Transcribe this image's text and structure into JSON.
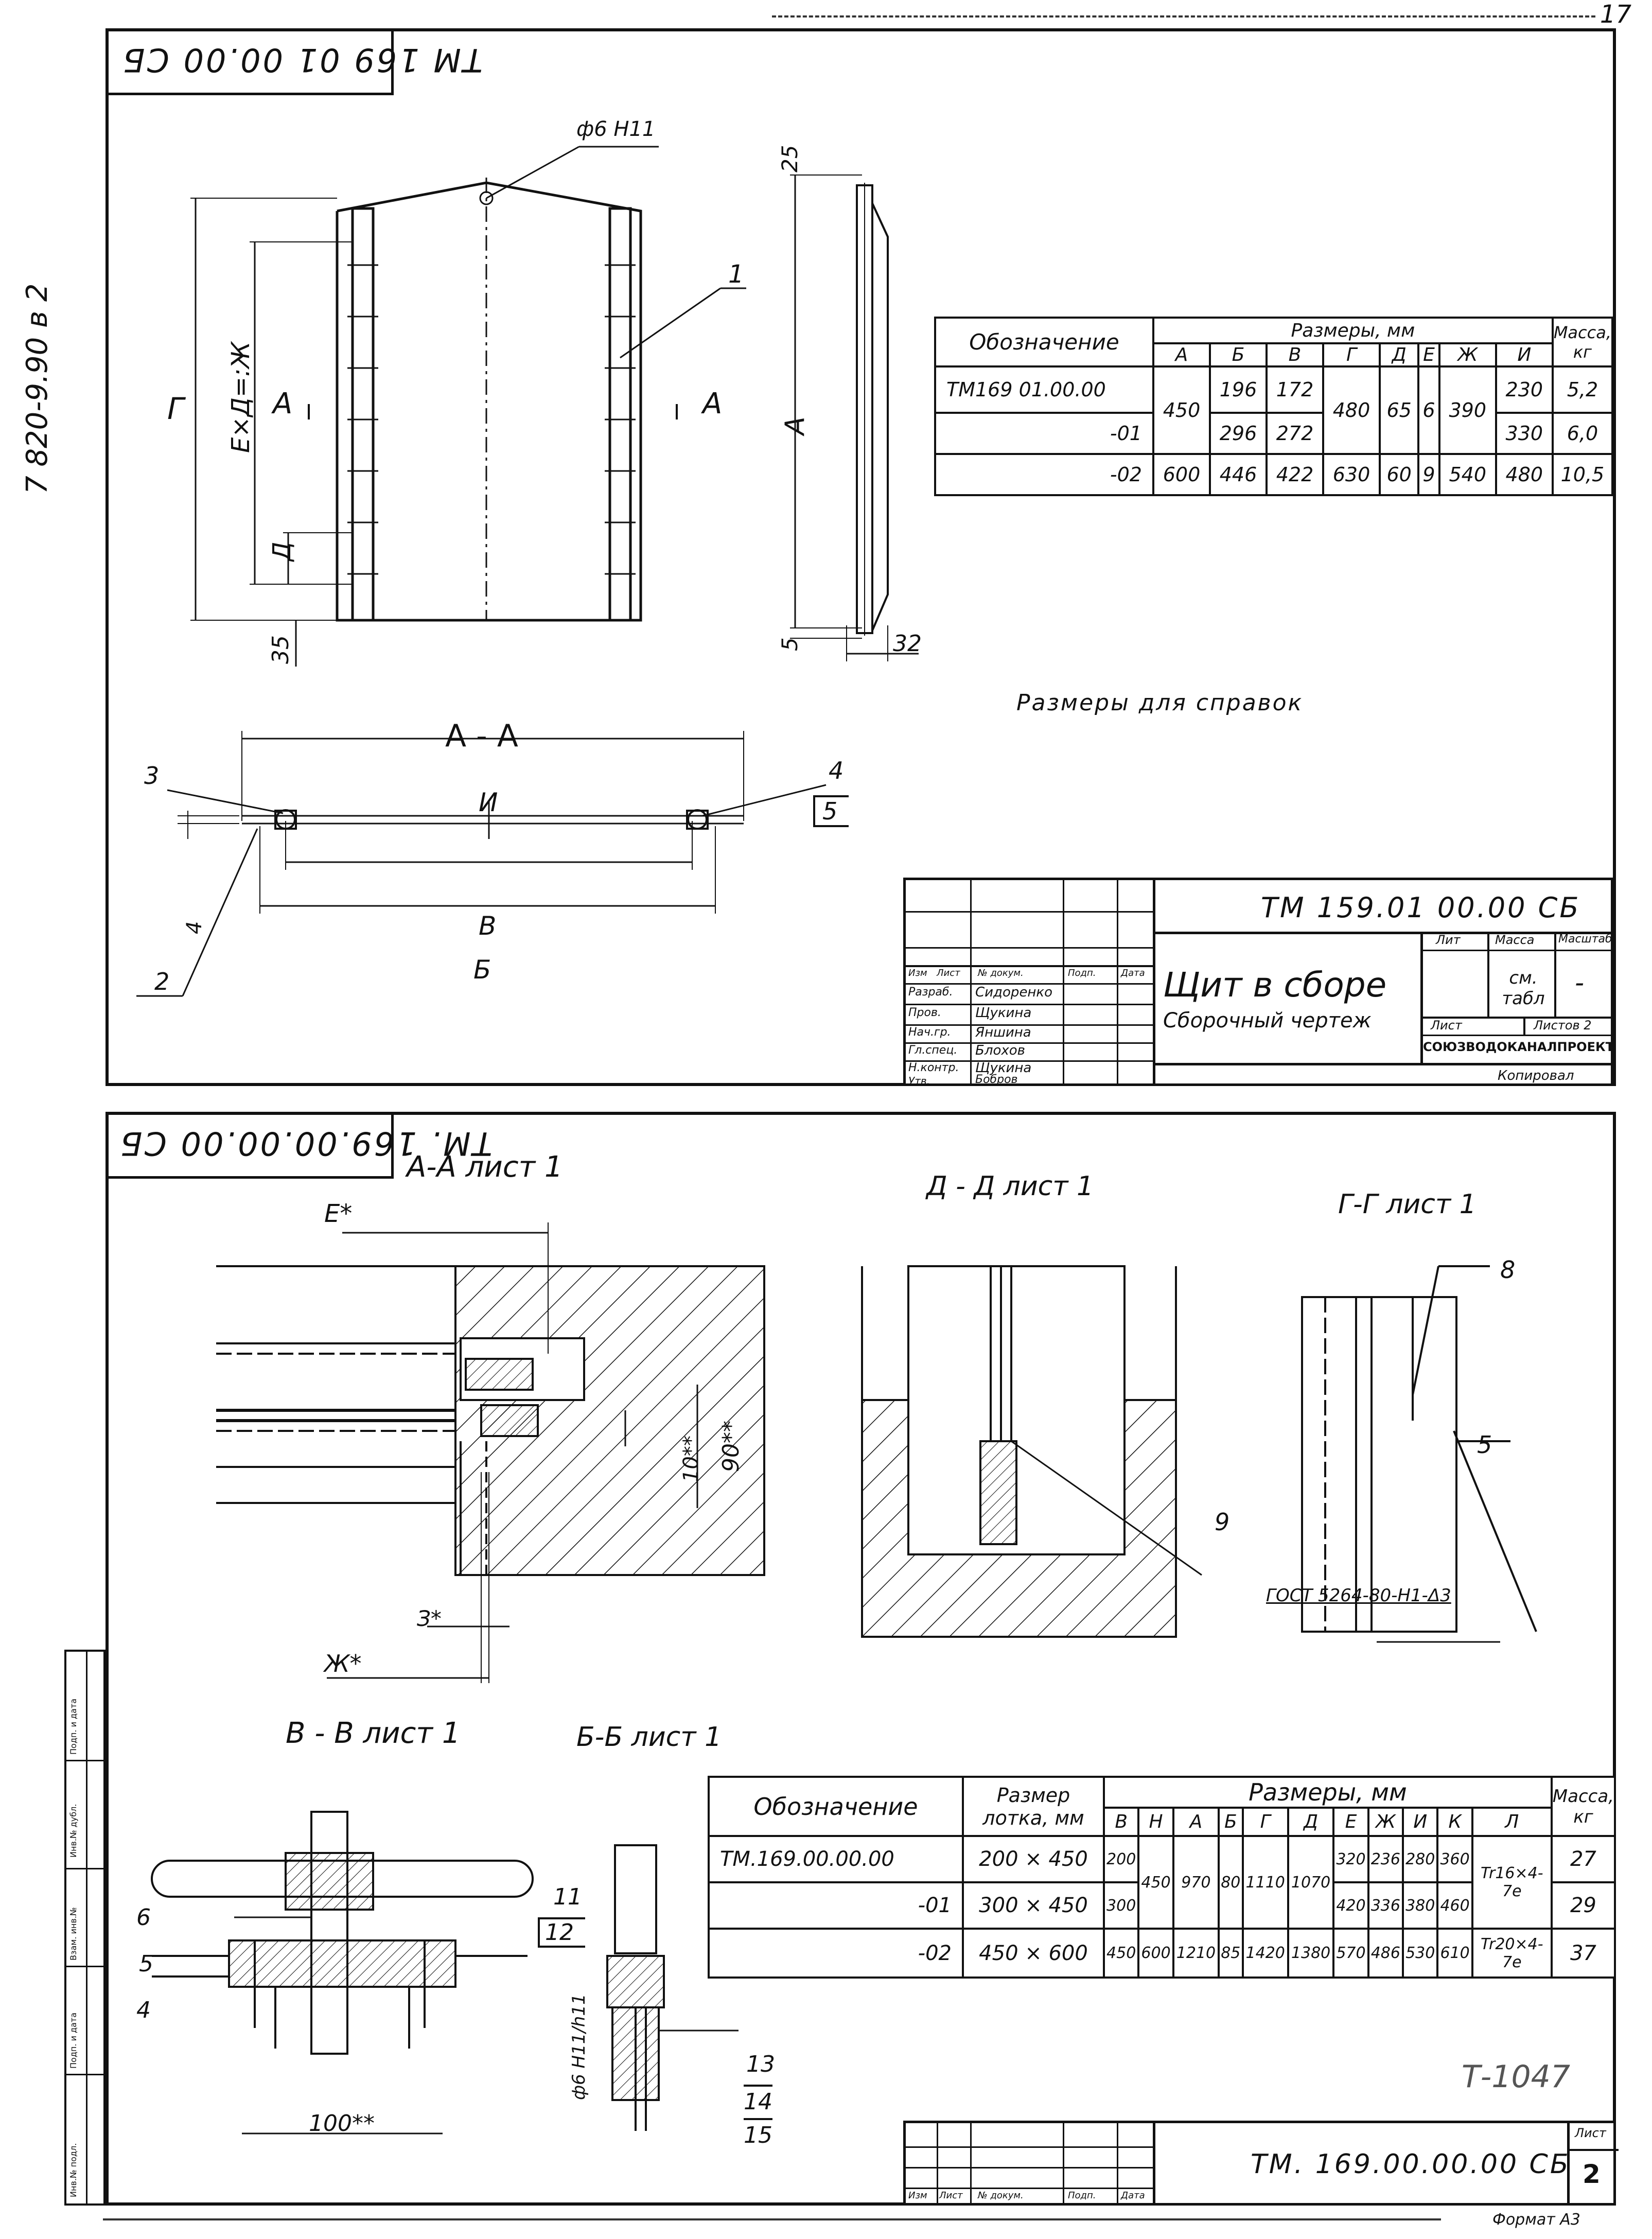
{
  "page": {
    "page_number": "17",
    "side_code": "7 820-9.90  в 2",
    "bottom_format": "Формат А3"
  },
  "sheet1": {
    "stamp_rotated": "ТМ 169 01 00.00 СБ",
    "hole_callout": "ф6 Н11",
    "dims": {
      "g": "Г",
      "ezh": "Е×Д=:Ж",
      "d": "Д",
      "d35": "35",
      "d25": "25",
      "d5": "5",
      "d32": "32",
      "a": "А"
    },
    "section_marks": [
      "А",
      "А"
    ],
    "item_1": "1",
    "reference_note": "Размеры для справок",
    "section_aa_title": "А - А",
    "aa_labels": {
      "i": "И",
      "v": "В",
      "b": "Б",
      "d4": "4"
    },
    "callouts": [
      "3",
      "4",
      "5",
      "2"
    ],
    "table": {
      "header_designation": "Обозначение",
      "header_sizes": "Размеры, мм",
      "header_mass": "Масса, кг",
      "columns": [
        "А",
        "Б",
        "В",
        "Г",
        "Д",
        "Е",
        "Ж",
        "И"
      ],
      "rows": [
        {
          "designation": "ТМ169 01.00.00",
          "A": "450",
          "B": "196",
          "V": "172",
          "G": "480",
          "D": "65",
          "E": "6",
          "Zh": "390",
          "I": "230",
          "mass": "5,2"
        },
        {
          "designation": "-01",
          "A": "",
          "B": "296",
          "V": "272",
          "G": "",
          "D": "",
          "E": "",
          "Zh": "",
          "I": "330",
          "mass": "6,0"
        },
        {
          "designation": "-02",
          "A": "600",
          "B": "446",
          "V": "422",
          "G": "630",
          "D": "60",
          "E": "9",
          "Zh": "540",
          "I": "480",
          "mass": "10,5"
        }
      ]
    },
    "title_block": {
      "code": "ТМ 159.01 00.00 СБ",
      "name": "Щит в сборе",
      "subtitle": "Сборочный чертеж",
      "lit_label": "Лит",
      "mass_label": "Масса",
      "scale_label": "Масштаб",
      "mass_value": "см. табл",
      "scale_value": "-",
      "sheet_label": "Лист",
      "sheets_label": "Листов 2",
      "org": "СОЮЗВОДОКАНАЛПРОЕКТ",
      "roles": [
        "Разраб.",
        "Пров.",
        "Нач.гр.",
        "Гл.спец.",
        "Н.контр.",
        "Утв."
      ],
      "names": [
        "Сидоренко",
        "Щукина",
        "Яншина",
        "Блохов",
        "Щукина",
        "Бобров"
      ],
      "header_cells": [
        "Изм",
        "Лист",
        "№ докум.",
        "Подп.",
        "Дата"
      ],
      "footer": "Копировал"
    }
  },
  "sheet2": {
    "stamp_rotated": "ТМ. 169.00.00.00 СБ",
    "views": {
      "aa": "А-А лист 1",
      "dd": "Д - Д лист 1",
      "gg": "Г-Г лист 1",
      "vv": "В - В лист 1",
      "bb": "Б-Б лист 1"
    },
    "dims_aa": {
      "e": "Е*",
      "d90": "90**",
      "d10": "10**",
      "z": "З*",
      "zh": "Ж*"
    },
    "callouts": [
      "8",
      "5",
      "9",
      "6",
      "5",
      "4",
      "11",
      "12",
      "13",
      "14",
      "15"
    ],
    "gost_note": "ГОСТ 5264-80-Н1-Δ3",
    "dim_100": "100**",
    "dim_phi": "ф6 Н11/h11",
    "table": {
      "header_designation": "Обозначение",
      "header_tray": "Размер лотка, мм",
      "header_sizes": "Размеры, мм",
      "header_mass": "Масса, кг",
      "columns": [
        "В",
        "Н",
        "А",
        "Б",
        "Г",
        "Д",
        "Е",
        "Ж",
        "И",
        "К",
        "Л"
      ],
      "rows": [
        {
          "designation": "ТМ.169.00.00.00",
          "tray": "200 × 450",
          "V": "200",
          "N": "450",
          "A": "970",
          "B": "80",
          "G": "1110",
          "D": "1070",
          "E": "320",
          "Zh": "236",
          "I": "280",
          "K": "360",
          "L": "Tr16×4-7e",
          "mass": "27"
        },
        {
          "designation": "-01",
          "tray": "300 × 450",
          "V": "300",
          "N": "",
          "A": "",
          "B": "",
          "G": "",
          "D": "",
          "E": "420",
          "Zh": "336",
          "I": "380",
          "K": "460",
          "L": "",
          "mass": "29"
        },
        {
          "designation": "-02",
          "tray": "450 × 600",
          "V": "450",
          "N": "600",
          "A": "1210",
          "B": "85",
          "G": "1420",
          "D": "1380",
          "E": "570",
          "Zh": "486",
          "I": "530",
          "K": "610",
          "L": "Tr20×4-7e",
          "mass": "37"
        }
      ]
    },
    "stamp_mark": "Т-1047",
    "title_block": {
      "code": "ТМ. 169.00.00.00 СБ",
      "sheet_label": "Лист",
      "sheet_no": "2",
      "header_cells": [
        "Изм",
        "Лист",
        "№ докум.",
        "Подп.",
        "Дата"
      ]
    }
  },
  "margin_strip": [
    "Инв.№ подл.",
    "Подп. и дата",
    "Взам. инв.№",
    "Инв.№ дубл.",
    "Подп. и дата"
  ]
}
